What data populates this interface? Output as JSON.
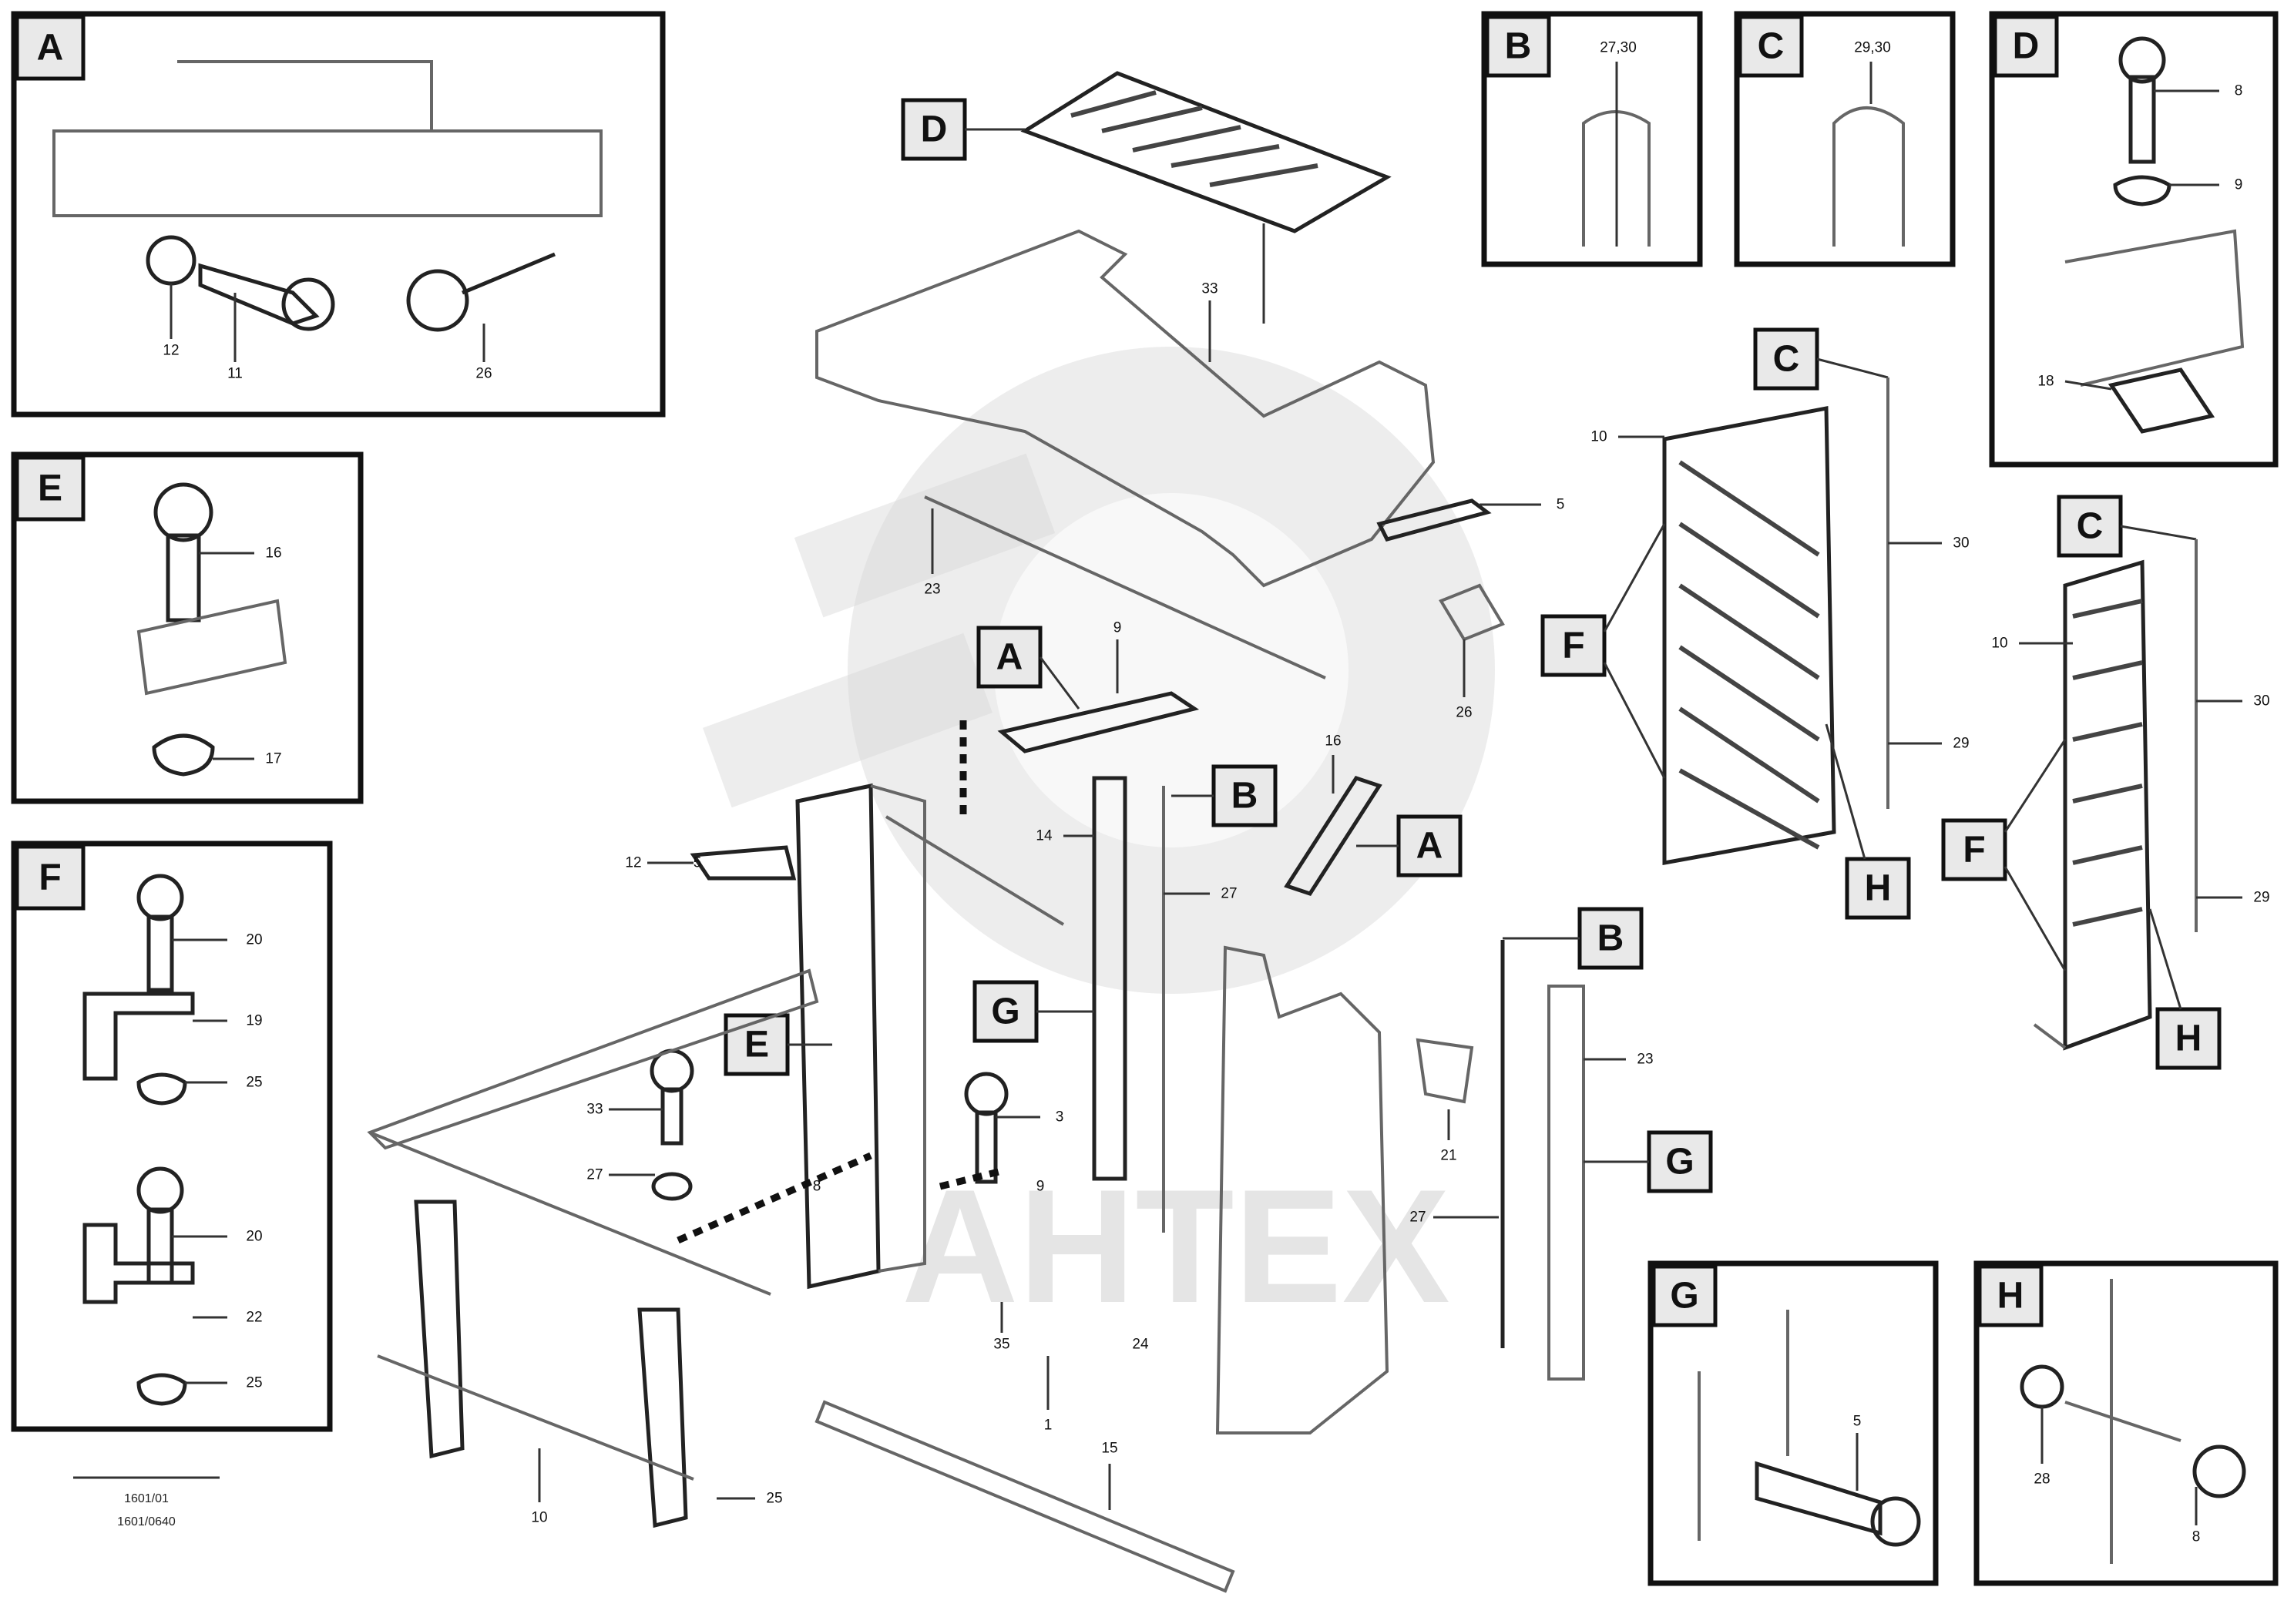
{
  "watermark": "AHTEX",
  "footer": {
    "line1": "1601/01",
    "line2": "1601/0640"
  },
  "inset_labels": {
    "A": "A",
    "B": "B",
    "C": "C",
    "D": "D",
    "E": "E",
    "F": "F",
    "G": "G",
    "H": "H"
  },
  "inset_notes": {
    "B": "27,30",
    "C": "29,30"
  },
  "callouts": {
    "n1": "12",
    "n2": "11",
    "n3": "26",
    "n4": "16",
    "n5": "17",
    "n6": "20",
    "n7": "19",
    "n8": "25",
    "n9": "20",
    "n10": "22",
    "n11": "25",
    "n12": "8",
    "n13": "9",
    "n14": "18",
    "n15": "5",
    "n16": "28",
    "n17": "8",
    "n18": "33",
    "n19": "23",
    "n20": "5",
    "n21": "26",
    "n22": "9",
    "n23": "12",
    "n24": "27",
    "n25": "16",
    "n26": "14",
    "n27": "3",
    "n28": "33",
    "n29": "27",
    "n30": "10",
    "n31": "25",
    "n32": "1",
    "n33": "21",
    "n34": "15",
    "n35": "35",
    "n36": "30",
    "n37": "29",
    "n38": "10",
    "n39": "30",
    "n40": "29",
    "n41": "5",
    "n42": "23",
    "n43": "24",
    "n44": "9",
    "n45": "8"
  }
}
